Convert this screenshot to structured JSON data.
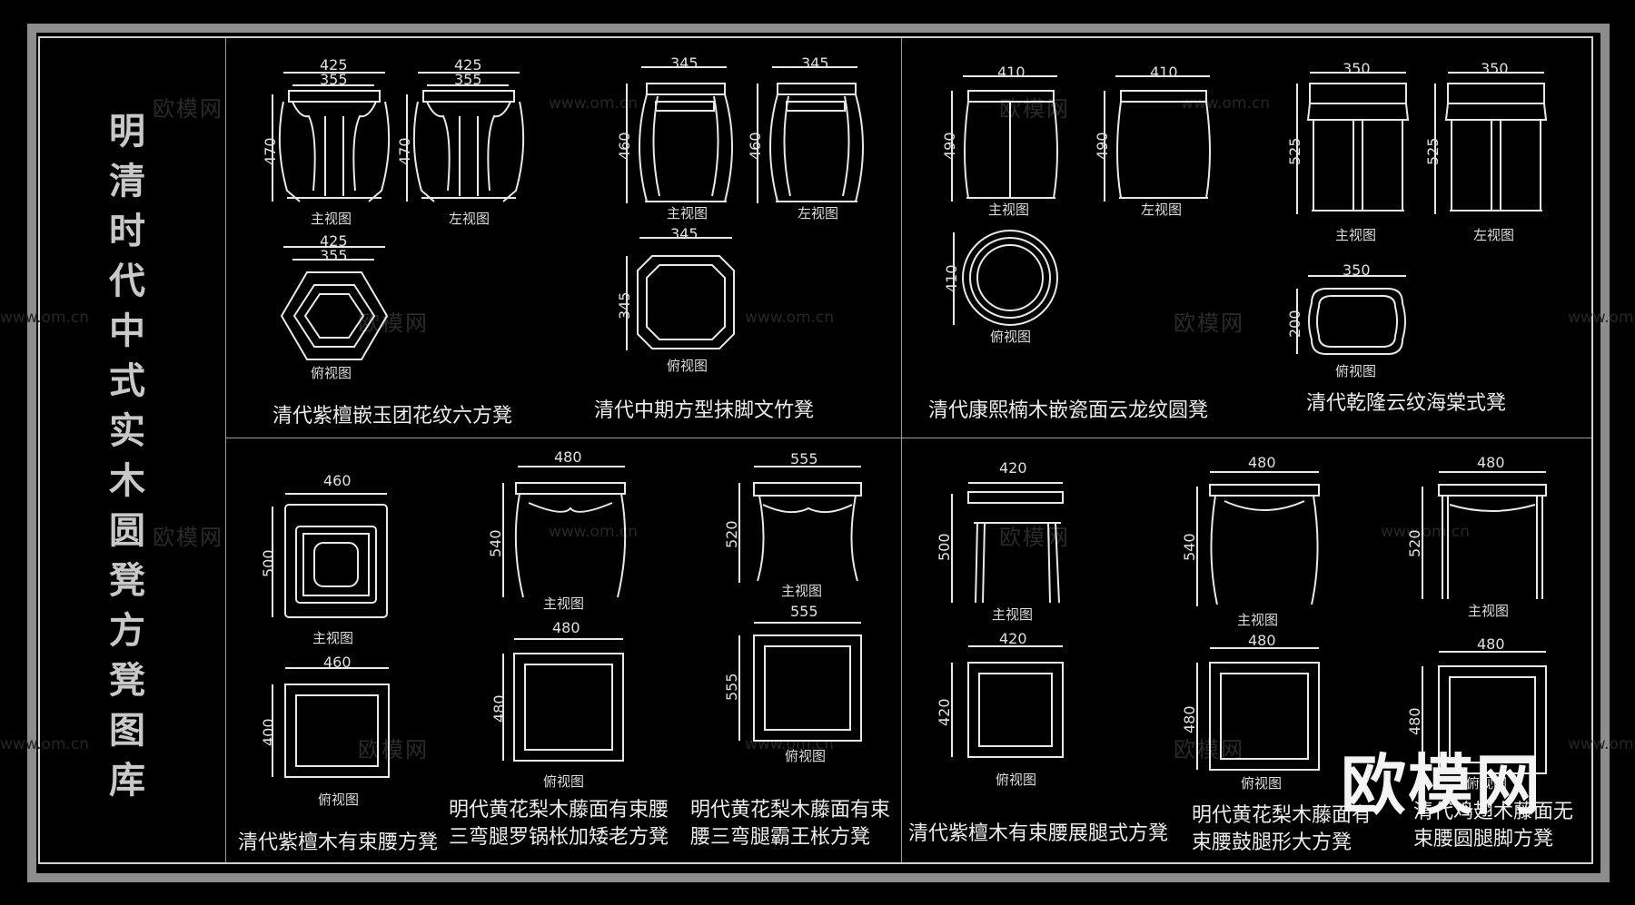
{
  "side_title": [
    "明",
    "清",
    "时",
    "代",
    "中",
    "式",
    "实",
    "木",
    "圆",
    "凳",
    "方",
    "凳",
    "图",
    "库"
  ],
  "logo": "欧模网",
  "watermark": {
    "text": "欧模网",
    "url": "www.om.cn"
  },
  "views": {
    "front": "主视图",
    "left": "左视图",
    "top": "俯视图"
  },
  "items": [
    {
      "title": "清代紫檀嵌玉团花纹六方凳",
      "dims": [
        "425",
        "355",
        "470",
        "425",
        "355",
        "470",
        "425",
        "355"
      ]
    },
    {
      "title": "清代中期方型抹脚文竹凳",
      "dims": [
        "345",
        "460",
        "345",
        "460",
        "345",
        "345"
      ]
    },
    {
      "title": "清代康熙楠木嵌瓷面云龙纹圆凳",
      "dims": [
        "410",
        "490",
        "410",
        "490",
        "410"
      ]
    },
    {
      "title": "清代乾隆云纹海棠式凳",
      "dims": [
        "350",
        "525",
        "350",
        "525",
        "350",
        "200"
      ]
    },
    {
      "title": "清代紫檀木有束腰方凳",
      "dims": [
        "460",
        "500",
        "460",
        "400"
      ]
    },
    {
      "title_lines": [
        "明代黄花梨木藤面有束腰",
        "三弯腿罗锅枨加矮老方凳"
      ],
      "dims": [
        "480",
        "540",
        "480",
        "480"
      ]
    },
    {
      "title_lines": [
        "明代黄花梨木藤面有束",
        "腰三弯腿霸王枨方凳"
      ],
      "dims": [
        "555",
        "520",
        "555",
        "555"
      ]
    },
    {
      "title": "清代紫檀木有束腰展腿式方凳",
      "dims": [
        "420",
        "500",
        "420",
        "420"
      ]
    },
    {
      "title_lines": [
        "明代黄花梨木藤面有",
        "束腰鼓腿形大方凳"
      ],
      "dims": [
        "480",
        "540",
        "480",
        "480"
      ]
    },
    {
      "title_lines": [
        "清代鸡翅木藤面无",
        "束腰圆腿脚方凳"
      ],
      "dims": [
        "480",
        "520",
        "480",
        "480"
      ]
    }
  ]
}
